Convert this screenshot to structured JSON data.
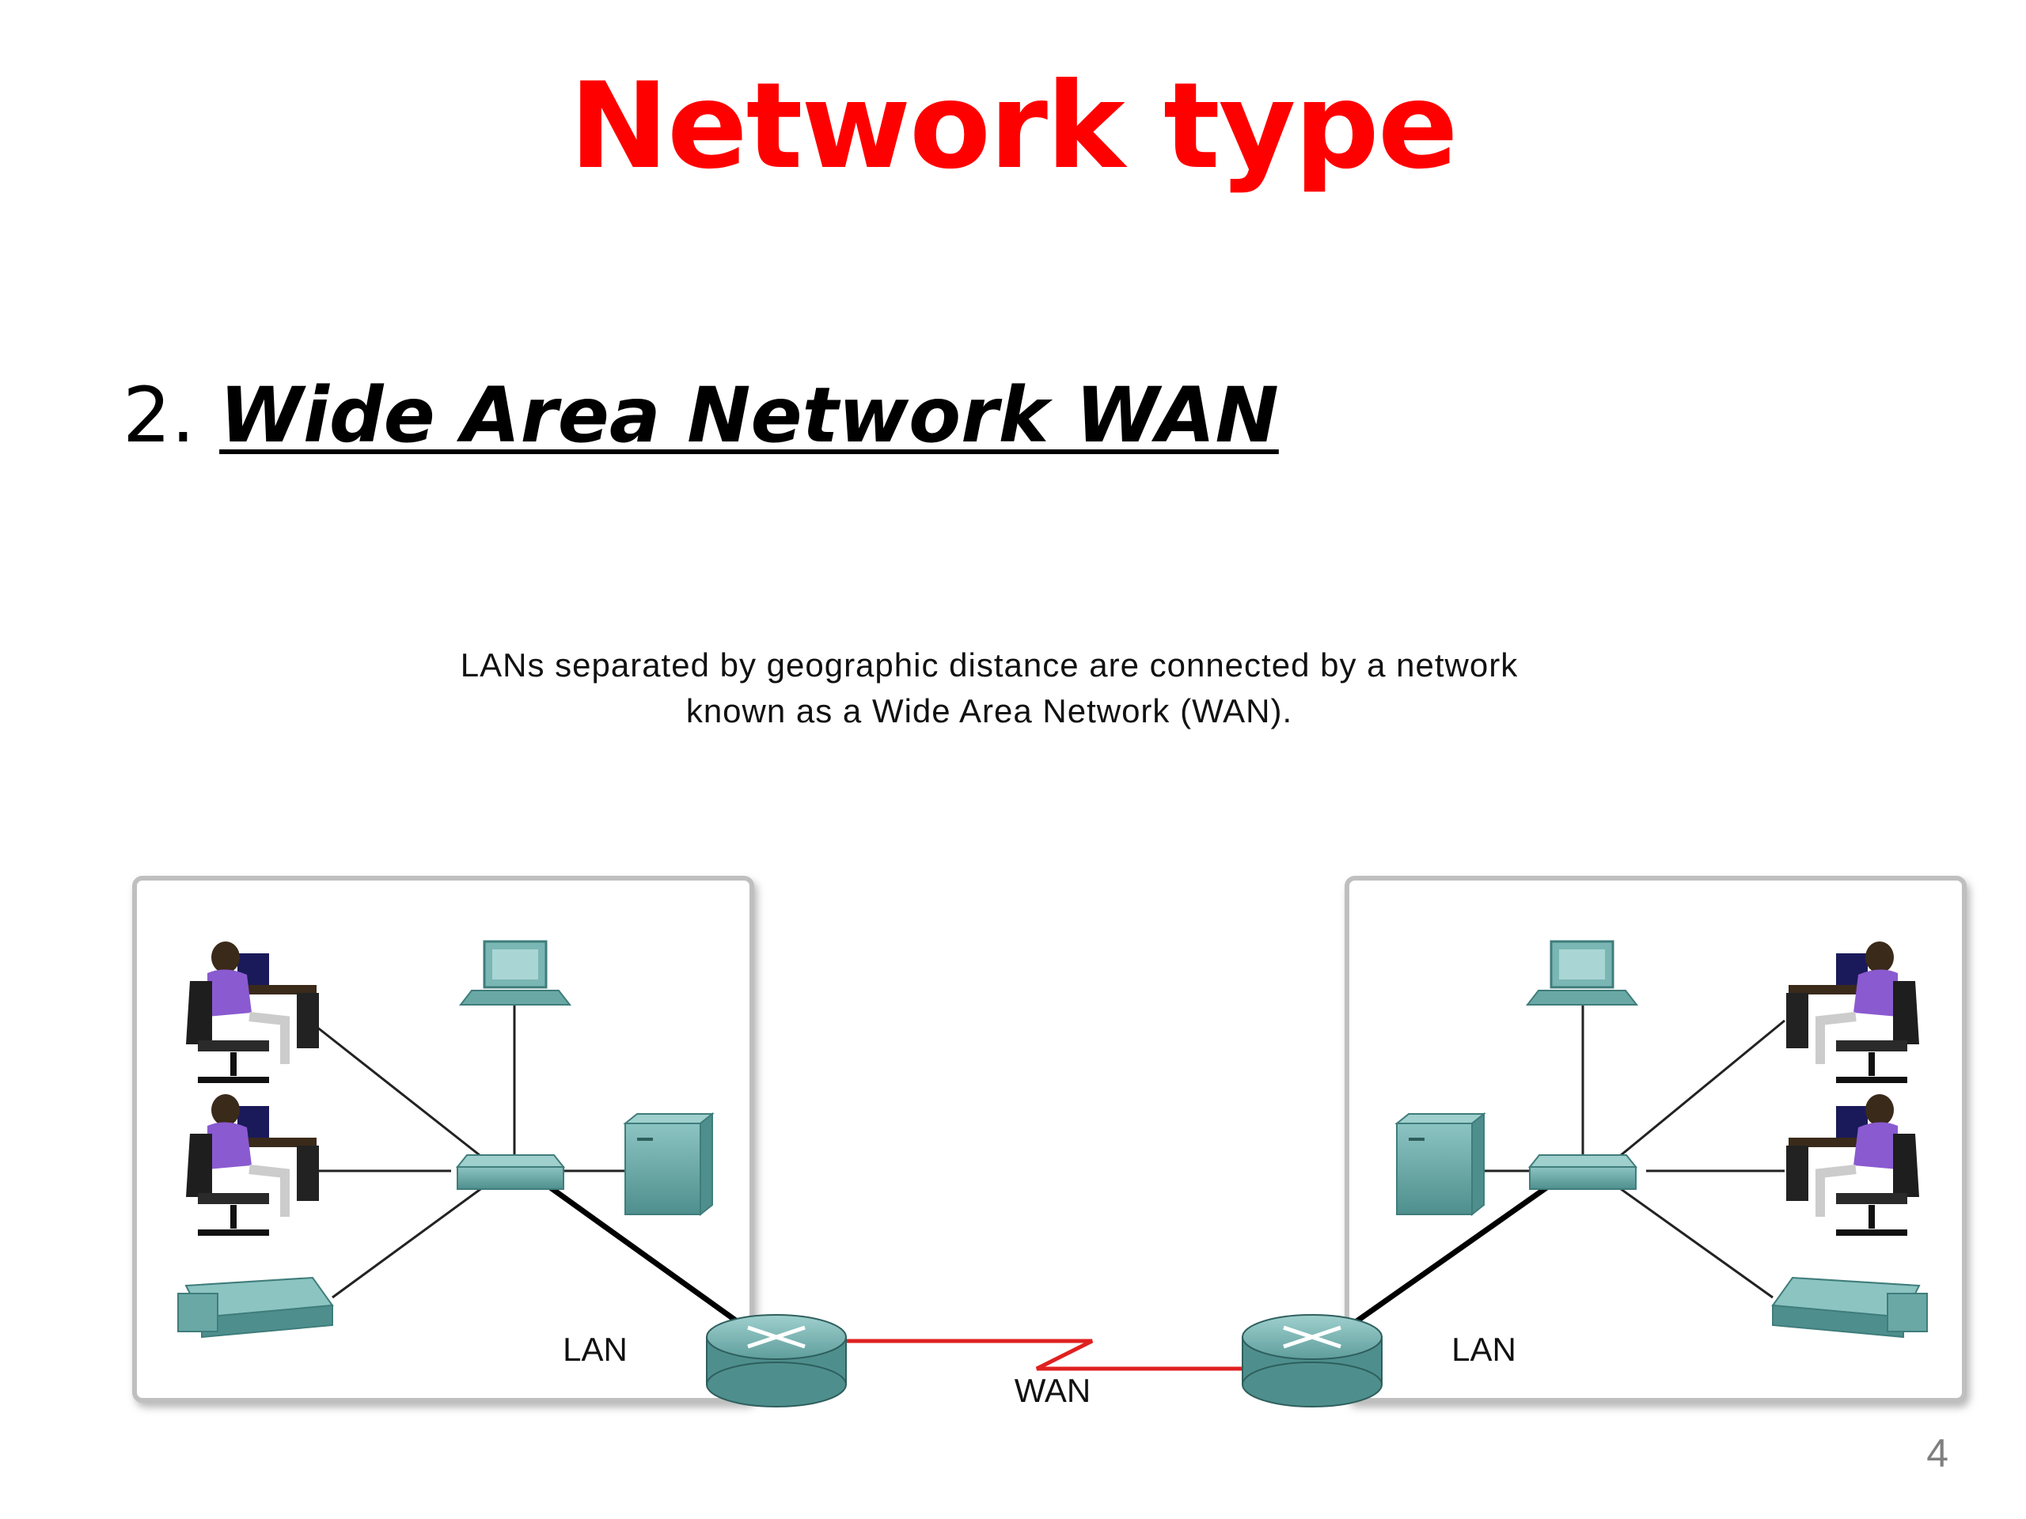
{
  "slide": {
    "title": "Network type",
    "heading_number": "2.",
    "heading_text": "Wide Area Network WAN",
    "caption_line1": "LANs separated by geographic distance are connected by a network",
    "caption_line2": "known as a Wide Area Network (WAN).",
    "page_number": "4"
  },
  "diagram": {
    "left_lan_label": "LAN",
    "right_lan_label": "LAN",
    "wan_label": "WAN"
  },
  "colors": {
    "title": "#ff0000",
    "device_teal": "#6aa8a6",
    "wan_link": "#e02020"
  }
}
